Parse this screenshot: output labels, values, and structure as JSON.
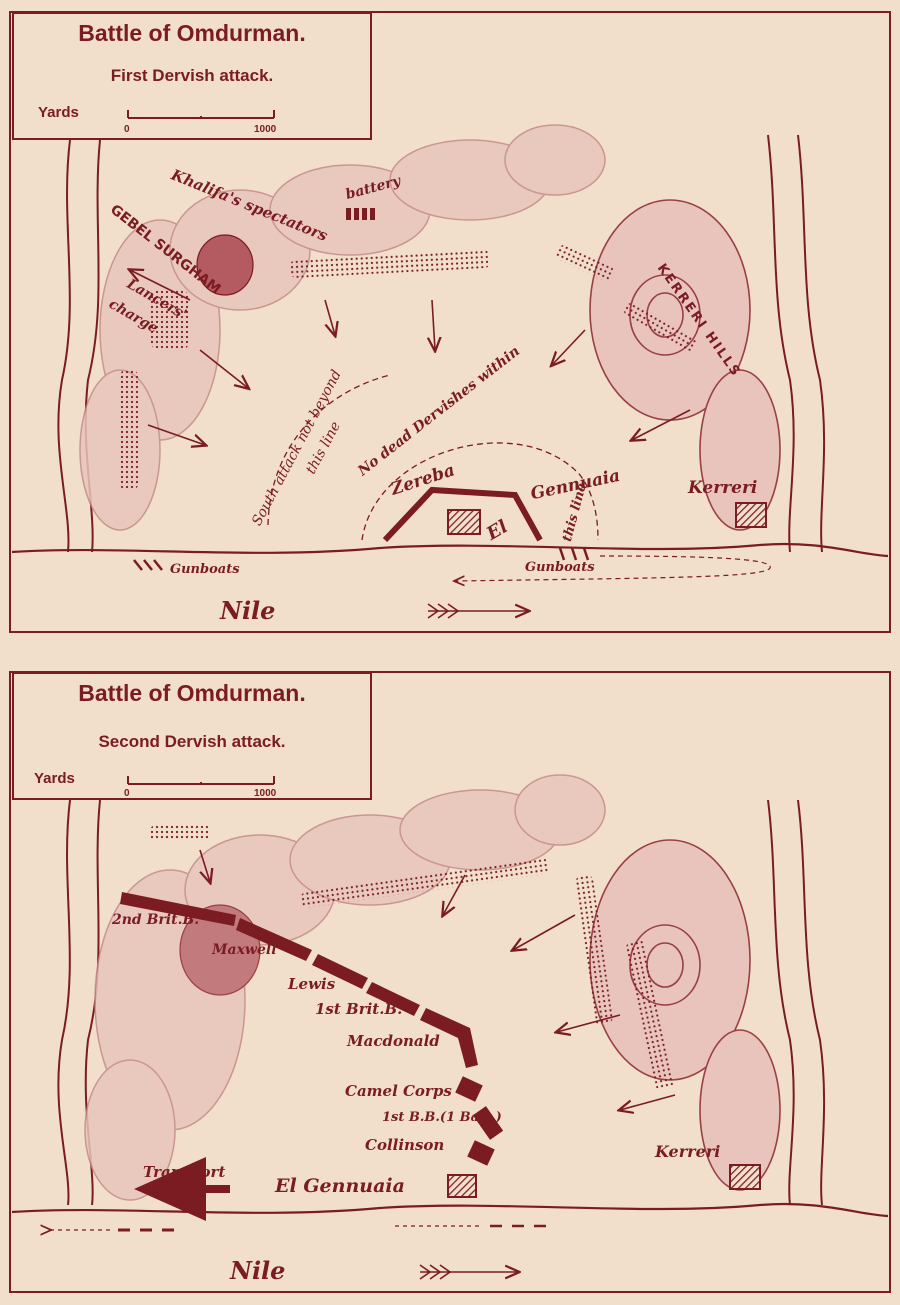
{
  "colors": {
    "ink": "#7a1c22",
    "paper": "#f1dfcb",
    "smoke": "#c48a86"
  },
  "map1": {
    "title": "Battle of Omdurman.",
    "subtitle": "First Dervish attack.",
    "scale": {
      "unit": "Yards",
      "start": "0",
      "end": "1000"
    },
    "labels": {
      "khalifa": "Khalifa's spectators",
      "battery": "battery",
      "gebel": "GEBEL SURGHAM",
      "lancers1": "Lancers'",
      "lancers2": "charge",
      "kerreri_hills": "KERRERI HILLS",
      "south1": "South attack not beyond",
      "south2": "this line",
      "nodead1": "No dead Dervishes within",
      "nodead2": "this line",
      "zereba": "Zereba",
      "el": "El",
      "gennuaia": "Gennuaia",
      "kerreri": "Kerreri",
      "gunboats_left": "Gunboats",
      "gunboats_right": "Gunboats",
      "nile": "Nile"
    }
  },
  "map2": {
    "title": "Battle of Omdurman.",
    "subtitle": "Second Dervish attack.",
    "scale": {
      "unit": "Yards",
      "start": "0",
      "end": "1000"
    },
    "labels": {
      "brit2": "2nd Brit.B.",
      "maxwell": "Maxwell",
      "lewis": "Lewis",
      "brit1": "1st Brit.B.",
      "macdonald": "Macdonald",
      "camel": "Camel Corps",
      "bb1": "1st B.B.(1 Batt.)",
      "collinson": "Collinson",
      "transport": "Transport",
      "gennuaia": "El Gennuaia",
      "kerreri": "Kerreri",
      "nile": "Nile"
    }
  }
}
